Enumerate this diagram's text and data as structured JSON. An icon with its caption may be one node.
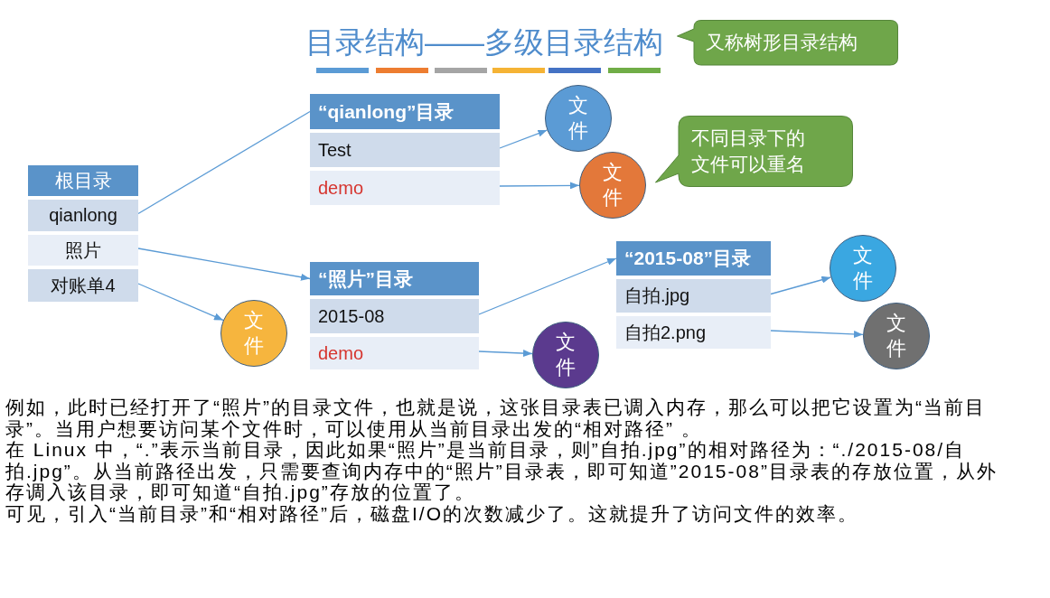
{
  "diagram": {
    "title": "目录结构——多级目录结构",
    "nodes": [
      {
        "text": [
          "根目录"
        ]
      },
      {
        "text": [
          "qianlong"
        ],
        "in": 0
      },
      {
        "text": [
          "照片"
        ],
        "in": 0
      },
      {
        "text": [
          "对账单4"
        ],
        "in": 0
      },
      {
        "text": [
          "“qianlong”目录"
        ]
      },
      {
        "text": [
          "Test"
        ],
        "in": 4
      },
      {
        "text": [
          "demo"
        ],
        "in": 4
      },
      {
        "text": [
          "“照片”目录"
        ]
      },
      {
        "text": [
          "2015-08"
        ],
        "in": 7
      },
      {
        "text": [
          "demo"
        ],
        "in": 7
      },
      {
        "text": [
          "“2015-08”目录"
        ]
      },
      {
        "text": [
          "自拍.jpg"
        ],
        "in": 10
      },
      {
        "text": [
          "自拍2.png"
        ],
        "in": 10
      },
      {
        "text": [
          "文件"
        ]
      },
      {
        "text": [
          "文件"
        ]
      },
      {
        "text": [
          "文件"
        ]
      },
      {
        "text": [
          "文件"
        ]
      },
      {
        "text": [
          "文件"
        ]
      },
      {
        "text": [
          "文件"
        ]
      },
      {
        "text": [
          "又称树形目录结构"
        ]
      },
      {
        "text": [
          "不同目录下的文件可以重名"
        ]
      }
    ],
    "edges": [
      {
        "from": 1,
        "to": 4,
        "arrow": "none"
      },
      {
        "from": 5,
        "to": 13,
        "arrow": "to"
      },
      {
        "from": 6,
        "to": 14,
        "arrow": "to"
      },
      {
        "from": 2,
        "to": 7,
        "arrow": "to"
      },
      {
        "from": 3,
        "to": 15,
        "arrow": "to"
      },
      {
        "from": 8,
        "to": 10,
        "arrow": "to"
      },
      {
        "from": 9,
        "to": 16,
        "arrow": "to"
      },
      {
        "from": 11,
        "to": 17,
        "arrow": "to"
      },
      {
        "from": 12,
        "to": 18,
        "arrow": "to"
      }
    ],
    "labels": [
      "例如，此时已经打开了“照片”的目录文件，也就是说，这张目录表已调入内存，那么可以把它设置为“当前目录”。当用户想要访问某个文件时，可以使用从当前目录出发的“相对路径” 。",
      "在 Linux 中，“.”表示当前目录，因此如果“照片”是当前目录，则”自拍.jpg”的相对路径为：“./2015-08/自拍.jpg”。从当前路径出发，只需要查询内存中的“照片”目录表，即可知道”2015-08”目录表的存放位置，从外存调入该目录，即可知道“自拍.jpg”存放的位置了。",
      "可见，引入“当前目录”和“相对路径”后，磁盘I/O的次数减少了。这就提升了访问文件的效率。"
    ]
  }
}
